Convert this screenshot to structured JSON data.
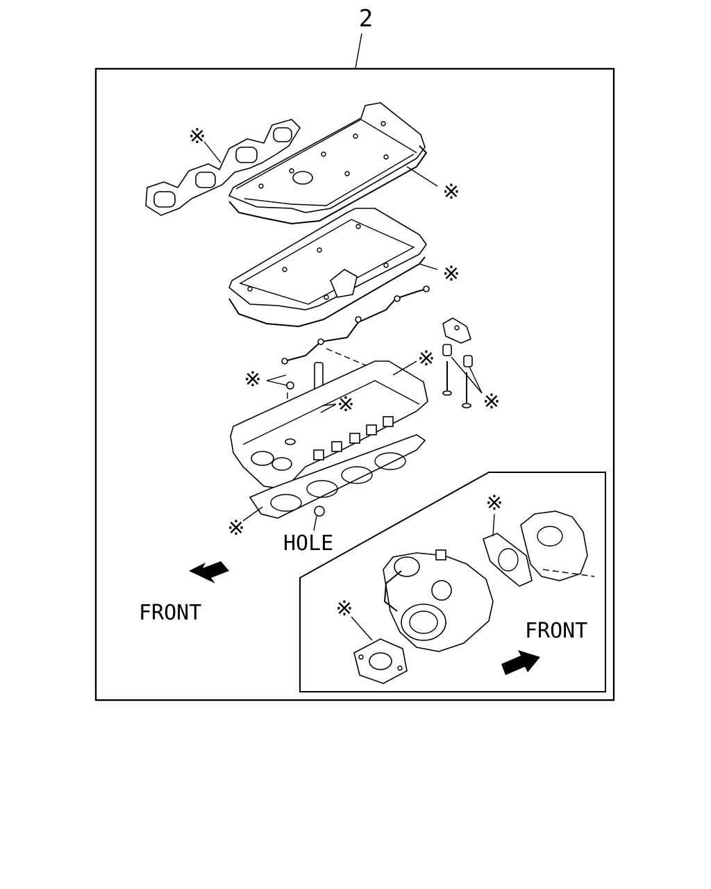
{
  "callout_number": "2",
  "labels": {
    "hole": "HOLE",
    "front_left": "FRONT",
    "front_right": "FRONT"
  },
  "mark_symbol": "※",
  "colors": {
    "ink": "#000000",
    "paper": "#ffffff"
  }
}
